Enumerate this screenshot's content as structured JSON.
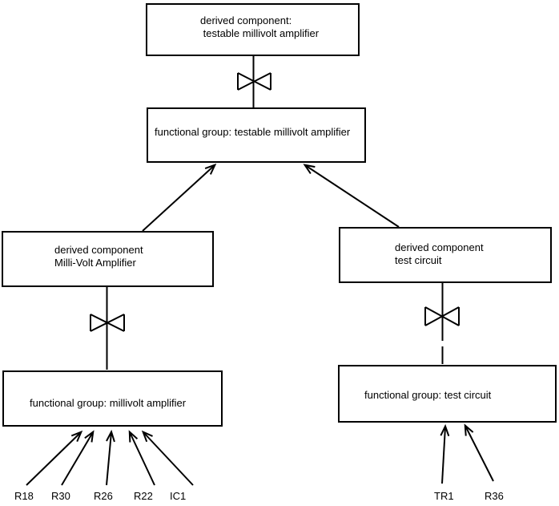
{
  "diagram": {
    "title": "component hierarchy diagram",
    "colors": {
      "background": "#ffffff",
      "line": "#000000",
      "node_fill": "#ffffff",
      "text": "#000000"
    },
    "icons": {
      "connector": "bowtie-connector-icon",
      "arrowhead": "open-arrowhead"
    },
    "nodes": {
      "derived_testable": {
        "lines": [
          "derived component:",
          " testable millivolt amplifier"
        ]
      },
      "fg_testable": {
        "lines": [
          "functional group: testable millivolt amplifier"
        ]
      },
      "derived_millivolt": {
        "lines": [
          "derived component",
          "Milli-Volt Amplifier"
        ]
      },
      "derived_test_circuit": {
        "lines": [
          "derived component",
          "test circuit"
        ]
      },
      "fg_millivolt": {
        "lines": [
          "functional group: millivolt amplifier"
        ]
      },
      "fg_test_circuit": {
        "lines": [
          "functional group: test circuit"
        ]
      }
    },
    "leaves_left": [
      "R18",
      "R30",
      "R26",
      "R22",
      "IC1"
    ],
    "leaves_right": [
      "TR1",
      "R36"
    ]
  }
}
